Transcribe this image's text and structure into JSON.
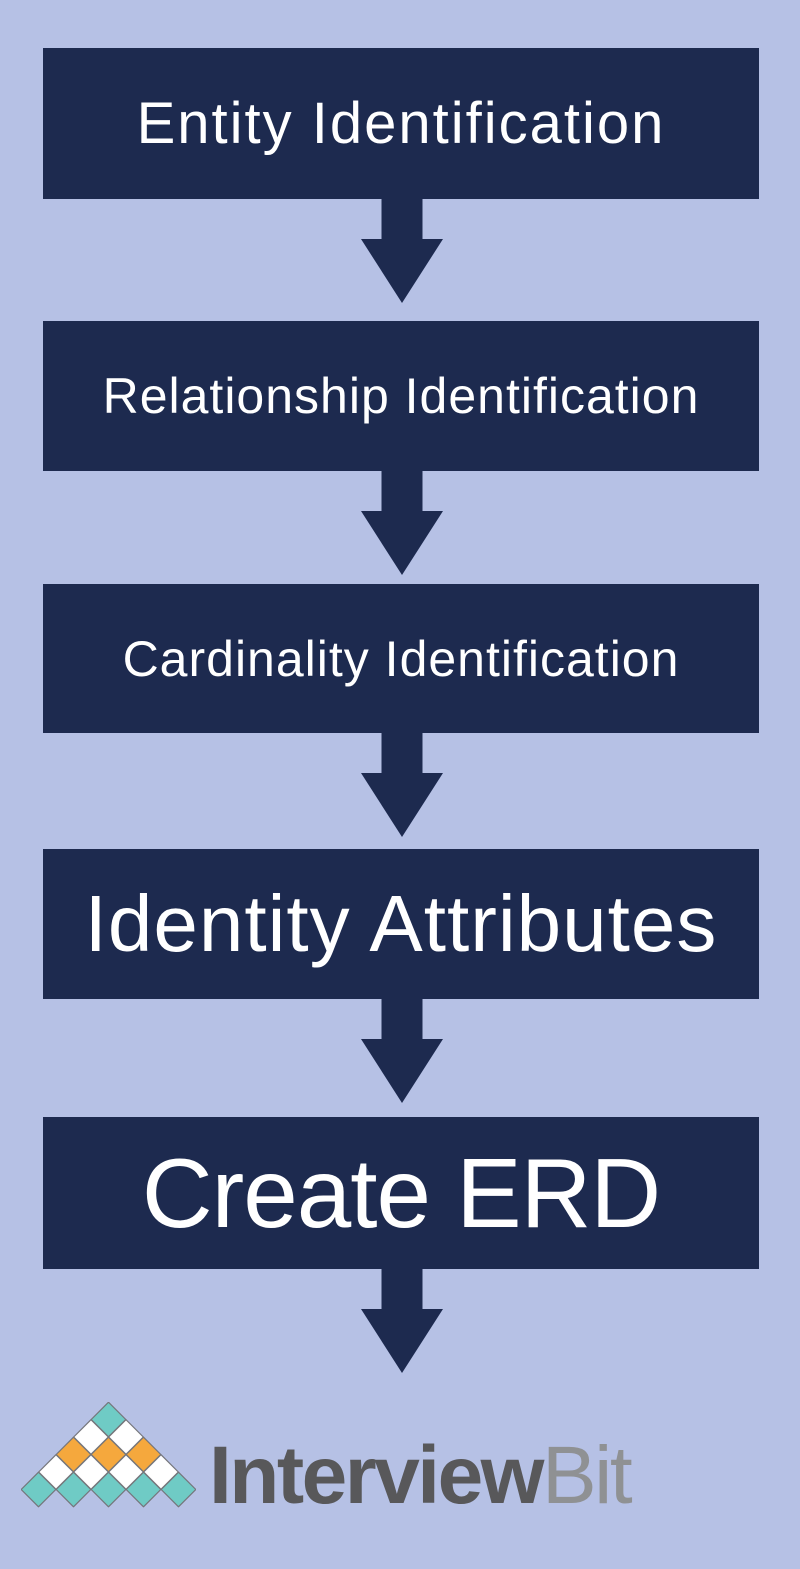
{
  "page": {
    "background_color": "#b6c1e5",
    "description": "ERD creation process flowchart"
  },
  "flow": {
    "box_color": "#1d2a4f",
    "text_color": "#ffffff",
    "arrow_color": "#1d2a4f",
    "steps": [
      {
        "label": "Entity Identification"
      },
      {
        "label": "Relationship Identification"
      },
      {
        "label": "Cardinality Identification"
      },
      {
        "label": "Identity Attributes"
      },
      {
        "label": "Create ERD"
      }
    ]
  },
  "logo": {
    "brand_primary": "Interview",
    "brand_secondary": "Bit",
    "icon": "diamond-pyramid-icon",
    "colors": {
      "teal": "#6fcbc5",
      "orange": "#f5a83d",
      "white": "#ffffff",
      "outline": "#74757a",
      "primary_text": "#58585a",
      "secondary_text": "#8f9193"
    },
    "pyramid_rows": [
      [
        "teal"
      ],
      [
        "white",
        "white"
      ],
      [
        "orange",
        "orange",
        "orange"
      ],
      [
        "white",
        "white",
        "white",
        "white"
      ],
      [
        "teal",
        "teal",
        "teal",
        "teal",
        "teal"
      ]
    ]
  }
}
